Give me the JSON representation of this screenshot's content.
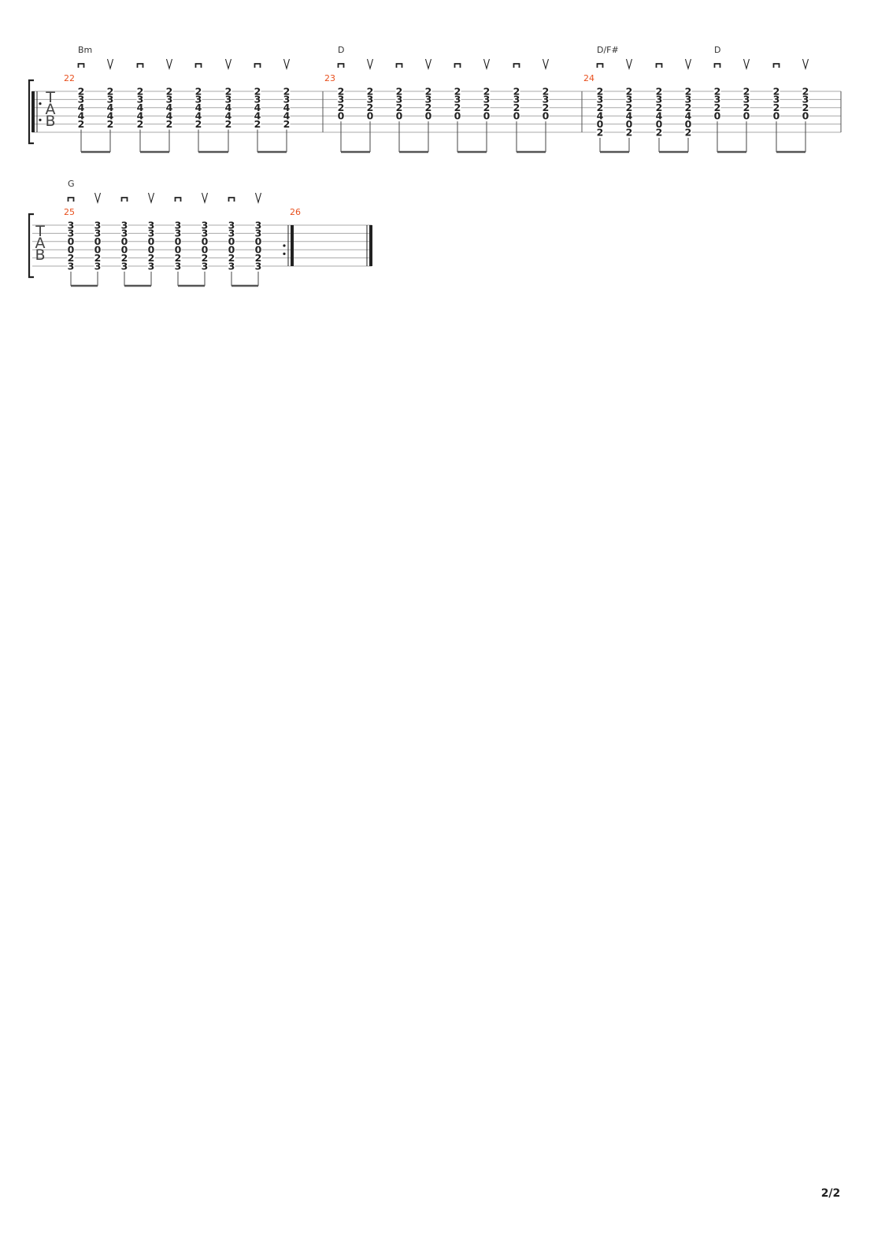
{
  "page": {
    "page_number": "2/2"
  },
  "tab": {
    "clef": [
      "T",
      "A",
      "B"
    ],
    "strokes": {
      "down": "down-stroke-icon",
      "up": "up-stroke-icon"
    },
    "colors": {
      "measure_number": "#e8501e",
      "staff_line": "#a8a8a8",
      "ink": "#222222"
    },
    "systems": [
      {
        "measures": [
          {
            "number": "22",
            "chords": [
              {
                "name": "Bm",
                "at_beat": 0
              }
            ],
            "repeat_start": true,
            "strums": [
              [
                "2",
                "3",
                "4",
                "4",
                "2",
                ""
              ],
              [
                "2",
                "3",
                "4",
                "4",
                "2",
                ""
              ],
              [
                "2",
                "3",
                "4",
                "4",
                "2",
                ""
              ],
              [
                "2",
                "3",
                "4",
                "4",
                "2",
                ""
              ],
              [
                "2",
                "3",
                "4",
                "4",
                "2",
                ""
              ],
              [
                "2",
                "3",
                "4",
                "4",
                "2",
                ""
              ],
              [
                "2",
                "3",
                "4",
                "4",
                "2",
                ""
              ],
              [
                "2",
                "3",
                "4",
                "4",
                "2",
                ""
              ]
            ]
          },
          {
            "number": "23",
            "chords": [
              {
                "name": "D",
                "at_beat": 0
              }
            ],
            "strums": [
              [
                "2",
                "3",
                "2",
                "0",
                "",
                ""
              ],
              [
                "2",
                "3",
                "2",
                "0",
                "",
                ""
              ],
              [
                "2",
                "3",
                "2",
                "0",
                "",
                ""
              ],
              [
                "2",
                "3",
                "2",
                "0",
                "",
                ""
              ],
              [
                "2",
                "3",
                "2",
                "0",
                "",
                ""
              ],
              [
                "2",
                "3",
                "2",
                "0",
                "",
                ""
              ],
              [
                "2",
                "3",
                "2",
                "0",
                "",
                ""
              ],
              [
                "2",
                "3",
                "2",
                "0",
                "",
                ""
              ]
            ]
          },
          {
            "number": "24",
            "chords": [
              {
                "name": "D/F#",
                "at_beat": 0
              },
              {
                "name": "D",
                "at_beat": 4
              }
            ],
            "strums": [
              [
                "2",
                "3",
                "2",
                "4",
                "0",
                "2"
              ],
              [
                "2",
                "3",
                "2",
                "4",
                "0",
                "2"
              ],
              [
                "2",
                "3",
                "2",
                "4",
                "0",
                "2"
              ],
              [
                "2",
                "3",
                "2",
                "4",
                "0",
                "2"
              ],
              [
                "2",
                "3",
                "2",
                "0",
                "",
                ""
              ],
              [
                "2",
                "3",
                "2",
                "0",
                "",
                ""
              ],
              [
                "2",
                "3",
                "2",
                "0",
                "",
                ""
              ],
              [
                "2",
                "3",
                "2",
                "0",
                "",
                ""
              ]
            ]
          }
        ]
      },
      {
        "measures": [
          {
            "number": "25",
            "chords": [
              {
                "name": "G",
                "at_beat": 0
              }
            ],
            "repeat_end": true,
            "strums": [
              [
                "3",
                "3",
                "0",
                "0",
                "2",
                "3"
              ],
              [
                "3",
                "3",
                "0",
                "0",
                "2",
                "3"
              ],
              [
                "3",
                "3",
                "0",
                "0",
                "2",
                "3"
              ],
              [
                "3",
                "3",
                "0",
                "0",
                "2",
                "3"
              ],
              [
                "3",
                "3",
                "0",
                "0",
                "2",
                "3"
              ],
              [
                "3",
                "3",
                "0",
                "0",
                "2",
                "3"
              ],
              [
                "3",
                "3",
                "0",
                "0",
                "2",
                "3"
              ],
              [
                "3",
                "3",
                "0",
                "0",
                "2",
                "3"
              ]
            ]
          },
          {
            "number": "26",
            "chords": [],
            "final": true,
            "strums": []
          }
        ]
      }
    ]
  }
}
